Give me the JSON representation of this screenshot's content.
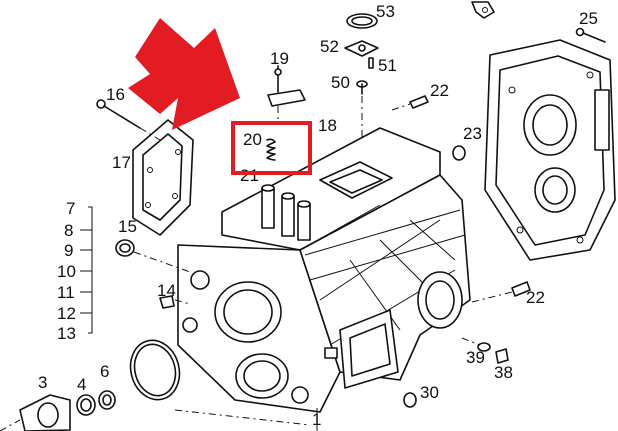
{
  "colors": {
    "line": "#111111",
    "highlight": "#e31b23",
    "background": "#ffffff"
  },
  "callouts": {
    "c1": "1",
    "c3": "3",
    "c4": "4",
    "c6": "6",
    "c7": "7",
    "c8": "8",
    "c9": "9",
    "c10": "10",
    "c11": "11",
    "c12": "12",
    "c13": "13",
    "c14": "14",
    "c15": "15",
    "c16": "16",
    "c17": "17",
    "c18": "18",
    "c19": "19",
    "c20": "20",
    "c21": "21",
    "c22a": "22",
    "c22b": "22",
    "c23": "23",
    "c25": "25",
    "c30": "30",
    "c38": "38",
    "c39": "39",
    "c50": "50",
    "c51": "51",
    "c52": "52",
    "c53": "53"
  },
  "highlight": {
    "part": "20",
    "arrow_icon": "red-arrow-icon"
  }
}
